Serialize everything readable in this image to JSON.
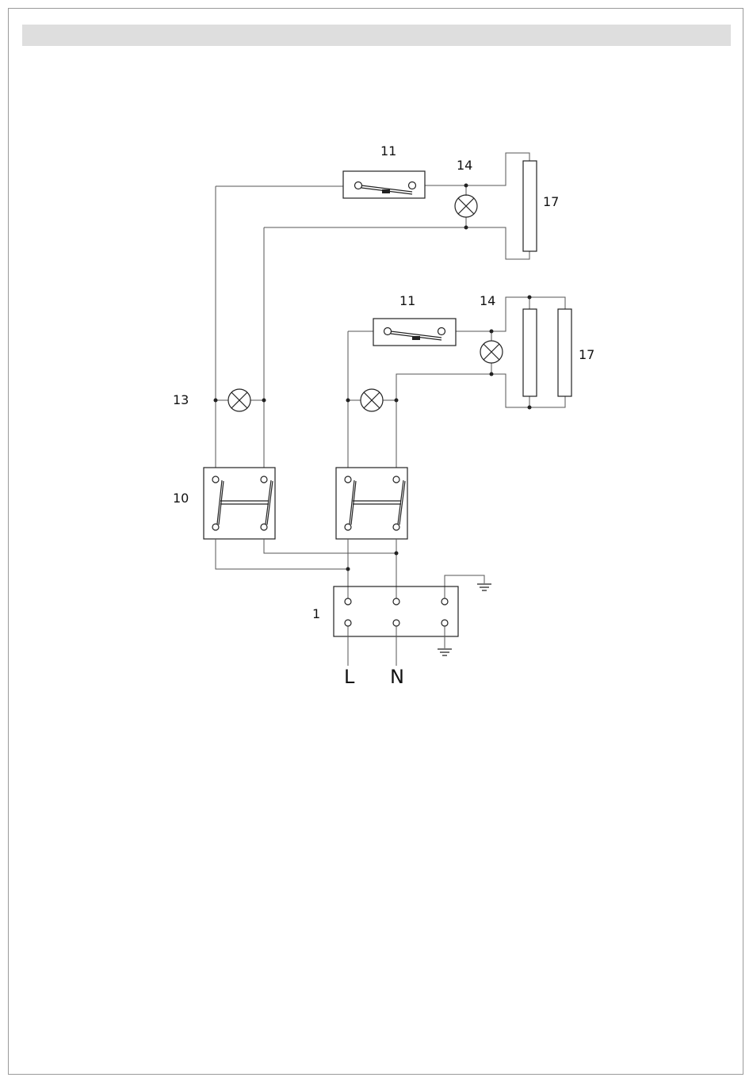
{
  "colors": {
    "wire": "#555555",
    "component": "#222222",
    "header_bar": "#dedede",
    "frame": "#9a9a9a"
  },
  "labels": {
    "thermostat_top": "11",
    "lamp_top": "14",
    "element_top": "17",
    "thermostat_mid": "11",
    "lamp_mid": "14",
    "element_mid": "17",
    "indicator_lamps": "13",
    "switches": "10",
    "terminal_block": "1",
    "live": "L",
    "neutral": "N"
  }
}
